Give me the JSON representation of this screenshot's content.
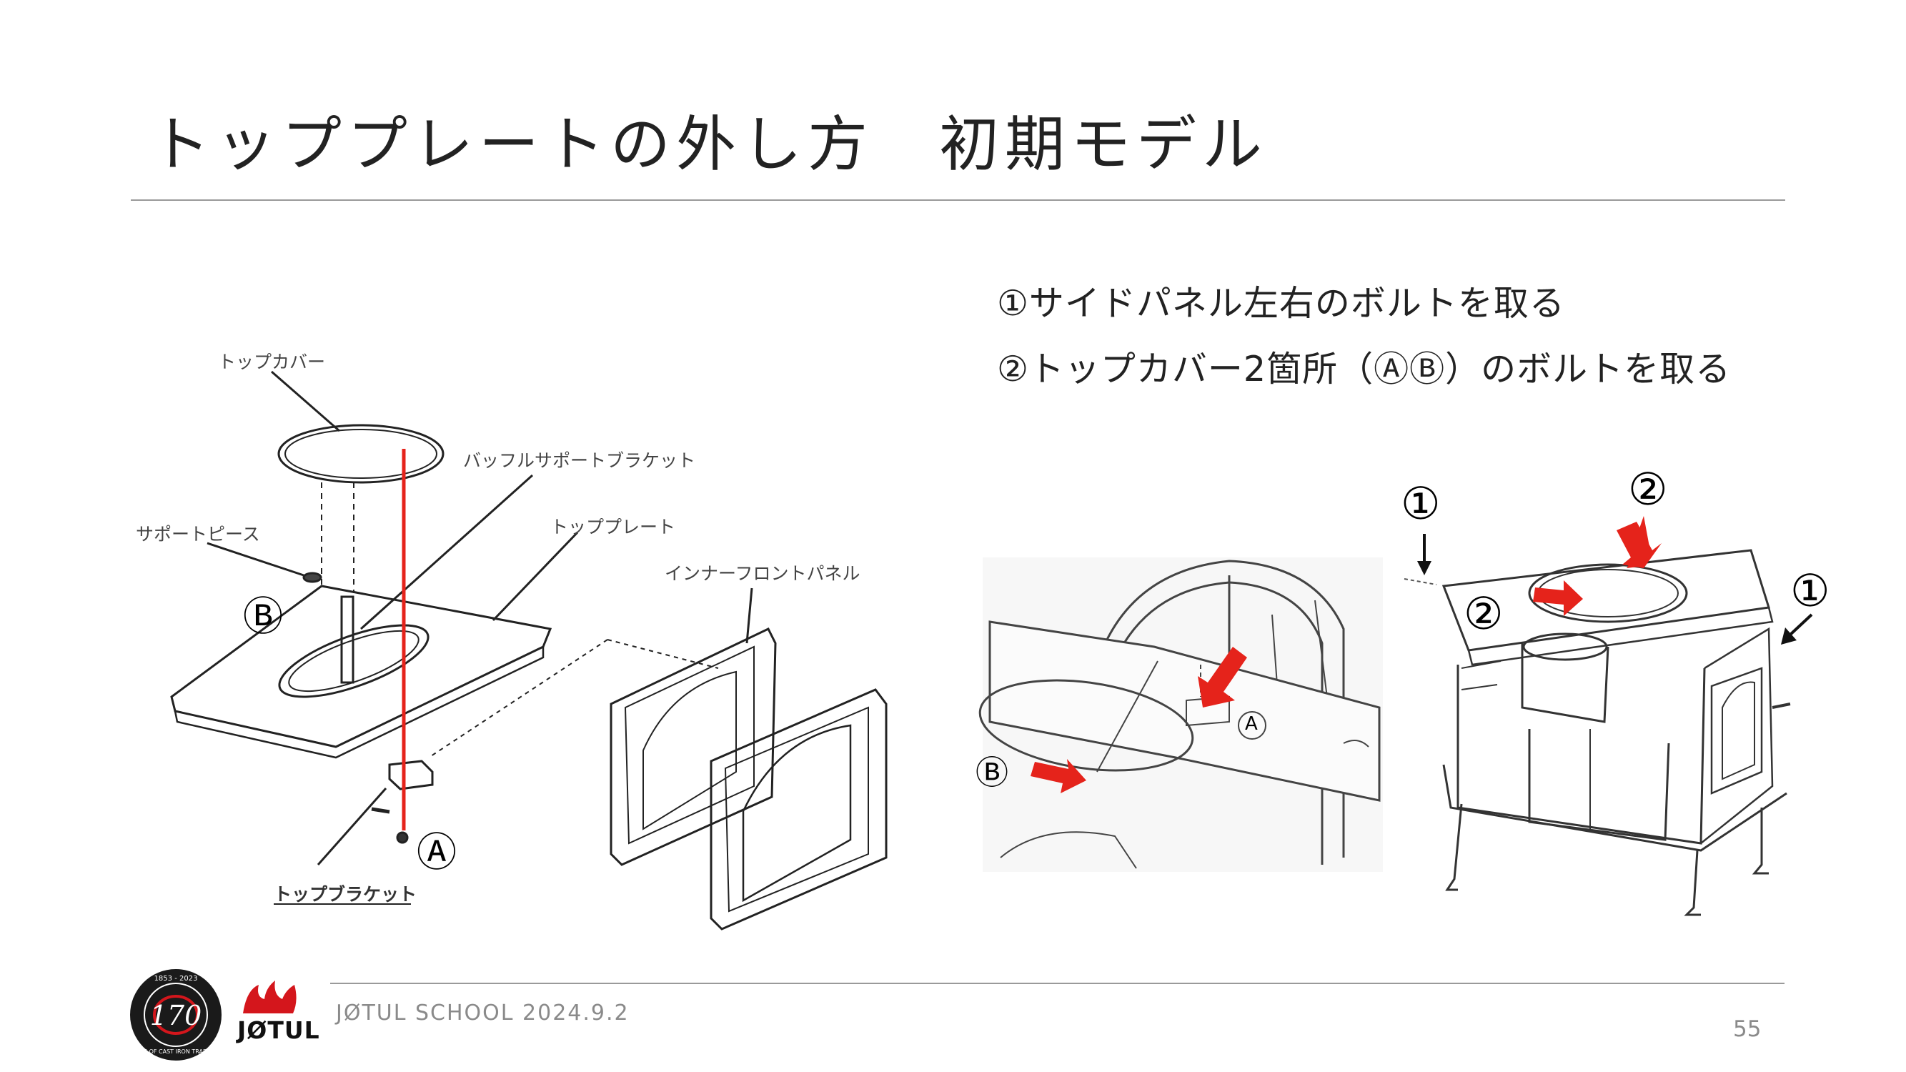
{
  "title": "トッププレートの外し方　初期モデル",
  "steps": [
    "①サイドパネル左右のボルトを取る",
    "②トップカバー2箇所（ⒶⒷ）のボルトを取る"
  ],
  "diagram_labels": {
    "top_cover": "トップカバー",
    "baffle_support_bracket": "バッフルサポートブラケット",
    "support_piece": "サポートピース",
    "top_plate": "トッププレート",
    "inner_front_panel": "インナーフロントパネル",
    "top_bracket": "トップブラケット"
  },
  "markers": {
    "a": "Ⓐ",
    "b": "Ⓑ",
    "one": "①",
    "two": "②",
    "a_small": "A"
  },
  "footer": {
    "text": "JØTUL SCHOOL 2024.9.2",
    "page_number": "55",
    "brand": "JØTUL",
    "badge_number": "170",
    "badge_years": "1853 - 2023",
    "badge_ring": "YEARS OF CAST IRON TRADITION"
  },
  "colors": {
    "accent_red": "#e5231b",
    "rule_gray": "#9a9a9a",
    "logo_red": "#d4161c"
  }
}
